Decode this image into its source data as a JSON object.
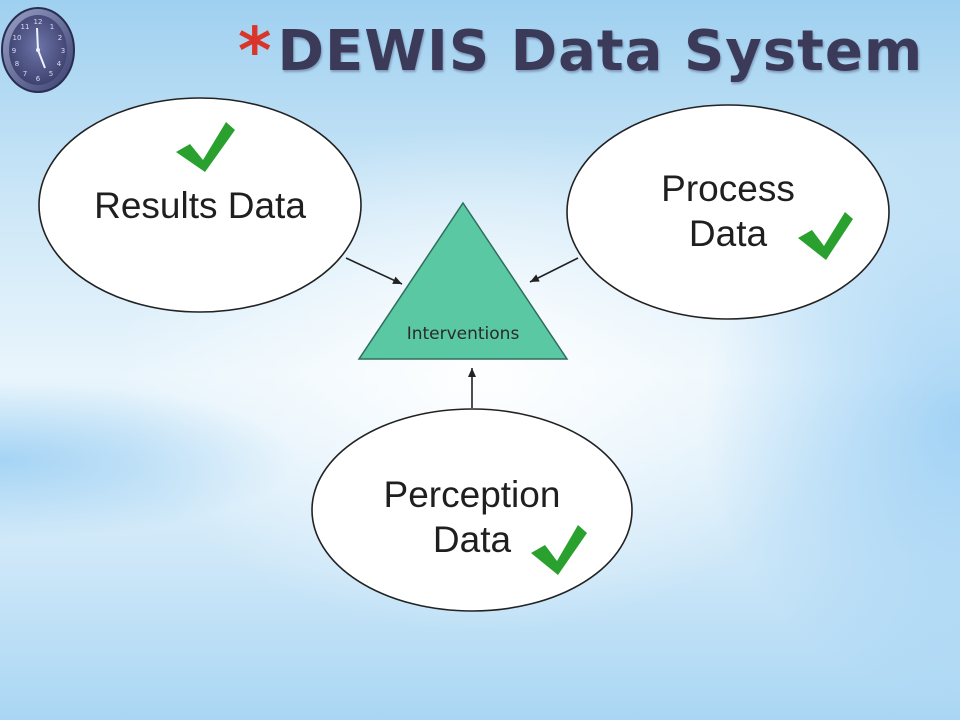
{
  "title": {
    "star": "*",
    "text": "DEWIS Data System"
  },
  "nodes": {
    "results": {
      "label": "Results Data"
    },
    "process": {
      "line1": "Process",
      "line2": "Data"
    },
    "perception": {
      "line1": "Perception",
      "line2": "Data"
    },
    "interventions": {
      "label": "Interventions"
    }
  },
  "icons": {
    "clock": "clock-icon",
    "check": "checkmark-icon"
  },
  "colors": {
    "title": "#3b3b59",
    "star": "#d9352a",
    "triangle": "#5bc8a4",
    "check": "#2aa12e"
  }
}
